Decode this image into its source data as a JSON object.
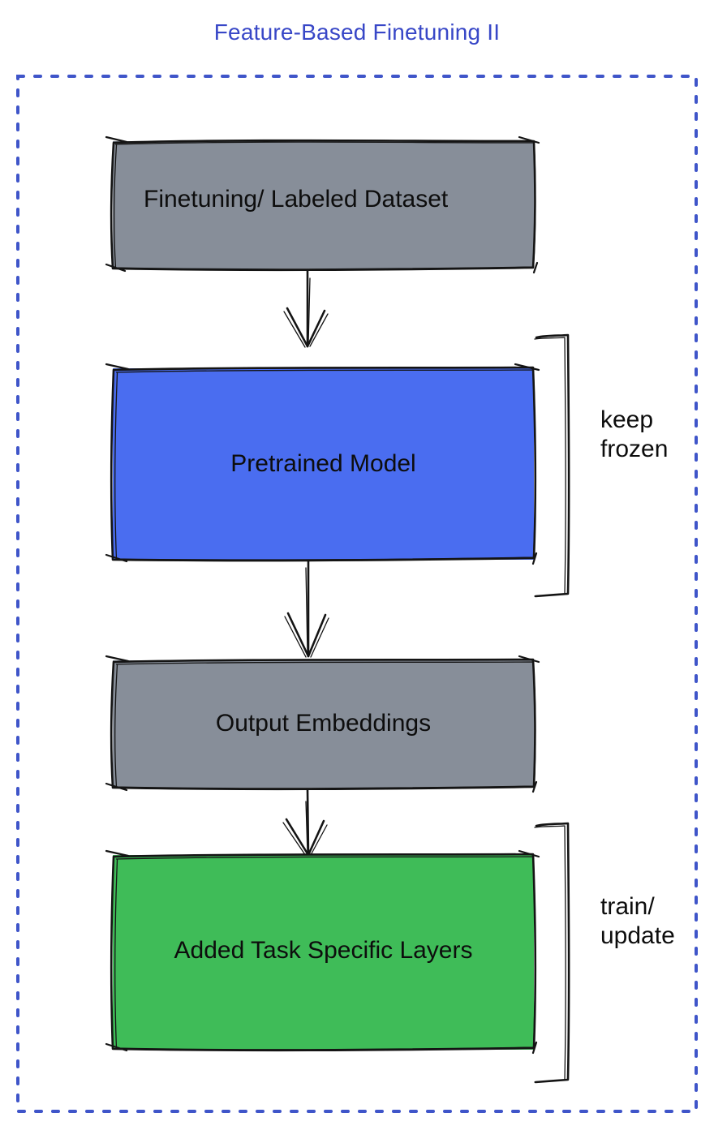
{
  "title": {
    "text": "Feature-Based Finetuning II",
    "color": "#3847c7"
  },
  "frame": {
    "style": "dotted",
    "border_color": "#3f55c9"
  },
  "flow": {
    "boxes": [
      {
        "label": "Finetuning/ Labeled Dataset",
        "fill": "#878e99"
      },
      {
        "label": "Pretrained Model",
        "fill": "#4a6df0"
      },
      {
        "label": "Output Embeddings",
        "fill": "#878e99"
      },
      {
        "label": "Added Task Specific Layers",
        "fill": "#3fbc58"
      }
    ],
    "annotations": [
      {
        "label": "keep frozen",
        "target": "Pretrained Model"
      },
      {
        "label": "train/ update",
        "target": "Added Task Specific Layers"
      }
    ],
    "stroke_color": "#141414"
  }
}
